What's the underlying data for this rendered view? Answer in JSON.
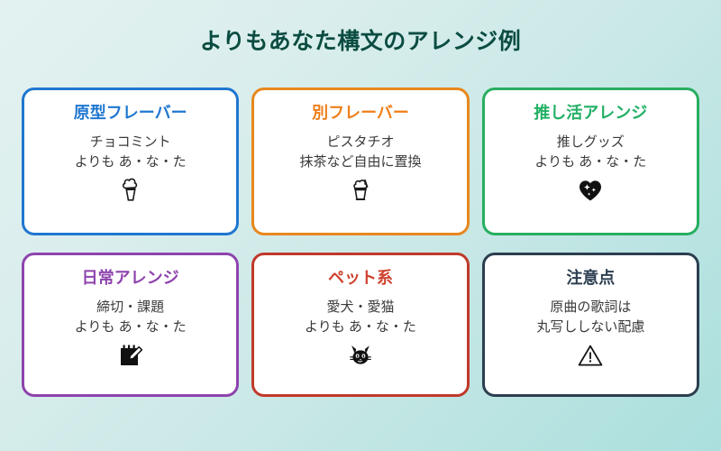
{
  "slide": {
    "title": "よりもあなた構文のアレンジ例",
    "background_from": "#e3f2f0",
    "background_to": "#aadfdd",
    "title_color": "#0b4c41"
  },
  "cards": [
    {
      "title": "原型フレーバー",
      "line1": "チョコミント",
      "line2": "よりも あ・な・た",
      "icon": "soft-serve-ice-cream-icon",
      "accent": "#1f77d0"
    },
    {
      "title": "別フレーバー",
      "line1": "ピスタチオ",
      "line2": "抹茶など自由に置換",
      "icon": "shaved-ice-cup-icon",
      "accent": "#e8871e"
    },
    {
      "title": "推し活アレンジ",
      "line1": "推しグッズ",
      "line2": "よりも あ・な・た",
      "icon": "sparkling-heart-icon",
      "accent": "#27ae60"
    },
    {
      "title": "日常アレンジ",
      "line1": "締切・課題",
      "line2": "よりも あ・な・た",
      "icon": "memo-notepad-pen-icon",
      "accent": "#8e44ad"
    },
    {
      "title": "ペット系",
      "line1": "愛犬・愛猫",
      "line2": "よりも あ・な・た",
      "icon": "cat-face-icon",
      "accent": "#c0392b"
    },
    {
      "title": "注意点",
      "line1": "原曲の歌詞は",
      "line2": "丸写ししない配慮",
      "icon": "warning-triangle-icon",
      "accent": "#2c3e50"
    }
  ]
}
